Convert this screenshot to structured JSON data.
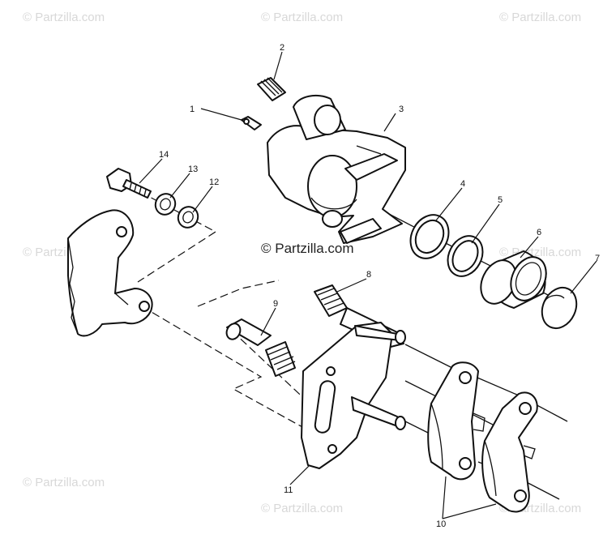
{
  "watermark": {
    "text": "© Partzilla.com",
    "center_text": "© Partzilla.com"
  },
  "callouts": {
    "c1": "1",
    "c2": "2",
    "c3": "3",
    "c4": "4",
    "c5": "5",
    "c6": "6",
    "c7": "7",
    "c8": "8",
    "c9": "9",
    "c10": "10",
    "c11": "11",
    "c12": "12",
    "c13": "13",
    "c14": "14"
  },
  "colors": {
    "line": "#111111",
    "watermark": "#d8d8d8",
    "background": "#ffffff"
  }
}
